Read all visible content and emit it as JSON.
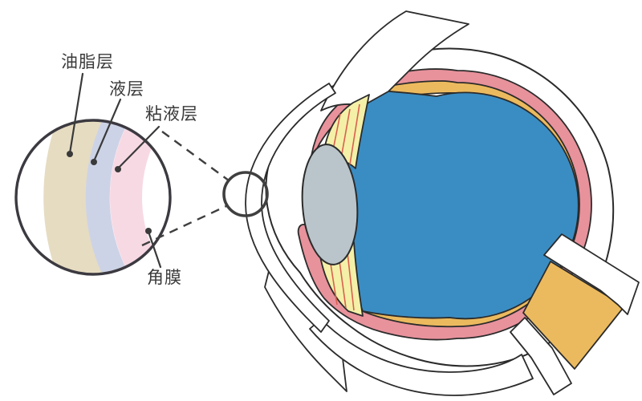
{
  "inset": {
    "labels": {
      "lipid": "油脂层",
      "aqueous": "液层",
      "mucin": "粘液层",
      "cornea": "角膜"
    },
    "layer_colors": {
      "lipid": "#e6dcc2",
      "aqueous": "#cdd3e6",
      "mucin": "#f7d9e4"
    }
  },
  "eye": {
    "part_colors": {
      "sclera": "#ffffff",
      "choroid": "#e8929c",
      "retina": "#ecba5e",
      "vitreous": "#3a8dc3",
      "lens": "#bac5cb",
      "ciliary_body": "#f4f0a8",
      "ciliary_stripe": "#d9604f",
      "optic_nerve": "#ecba5e"
    }
  }
}
